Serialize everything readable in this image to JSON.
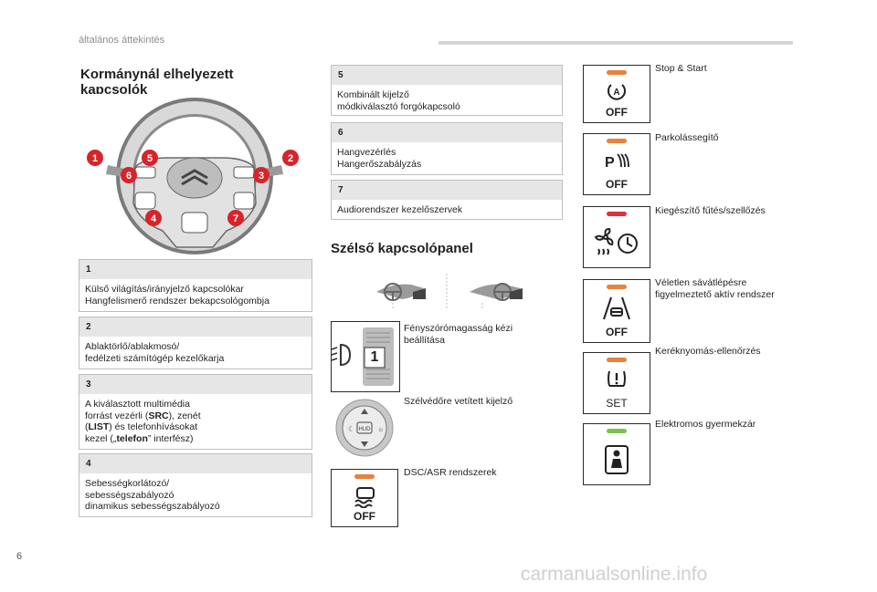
{
  "header": {
    "section": "általános áttekintés"
  },
  "page_number": "6",
  "footer_logo": "carmanualsonline.info",
  "left": {
    "title": "Kormánynál elhelyezett kapcsolók",
    "wheel_callouts": [
      "1",
      "2",
      "3",
      "4",
      "5",
      "6",
      "7"
    ],
    "boxes": [
      {
        "num": "1",
        "text": "Külső világítás/irányjelző kapcsolókar\nHangfelismerő rendszer bekapcsológombja"
      },
      {
        "num": "2",
        "text": "Ablaktörlő/ablakmosó/\nfedélzeti számítógép kezelőkarja"
      },
      {
        "num": "3",
        "text_a": "A kiválasztott multimédia\nforrást vezérli (",
        "bold_a": "SRC",
        "text_b": "), zenét\n(",
        "bold_b": "LIST",
        "text_c": ") és telefonhívásokat\nkezel („",
        "bold_c": "telefon",
        "text_d": "” interfész)"
      },
      {
        "num": "4",
        "text": "Sebességkorlátozó/\nsebességszabályozó\ndinamikus sebességszabályozó"
      }
    ]
  },
  "middle": {
    "boxes": [
      {
        "num": "5",
        "text": "Kombinált kijelző\nmódkiválasztó forgókapcsoló"
      },
      {
        "num": "6",
        "text": "Hangvezérlés\nHangerőszabályzás"
      },
      {
        "num": "7",
        "text": "Audiorendszer kezelőszervek"
      }
    ],
    "panel_title": "Szélső kapcsolópanel",
    "items": [
      {
        "label": "Fényszórómagasság kézi\nbeállítása",
        "icon": "headlamp-leveling-icon",
        "value": "1"
      },
      {
        "label": "Szélvédőre vetített kijelző",
        "icon": "head-up-display-icon"
      },
      {
        "label": "DSC/ASR rendszerek",
        "icon": "dsc-asr-off-icon",
        "off": "OFF"
      }
    ]
  },
  "right": {
    "items": [
      {
        "label": "Stop & Start",
        "icon": "stop-start-off-icon",
        "sub": "OFF",
        "tab_color": "#e8823c"
      },
      {
        "label": "Parkolássegítő",
        "icon": "park-assist-off-icon",
        "sub": "OFF",
        "tab_color": "#e8823c"
      },
      {
        "label": "Kiegészítő fűtés/szellőzés",
        "icon": "auxiliary-heating-icon",
        "sub": "",
        "tab_color": "#e0303a"
      },
      {
        "label": "Véletlen sávátlépésre\nfigyelmeztető aktív rendszer",
        "icon": "lane-keeping-off-icon",
        "sub": "OFF",
        "tab_color": "#e8823c"
      },
      {
        "label": "Keréknyomás-ellenőrzés",
        "icon": "tyre-pressure-set-icon",
        "sub": "SET",
        "tab_color": "#e8823c"
      },
      {
        "label": "Elektromos gyermekzár",
        "icon": "child-lock-icon",
        "sub": "",
        "tab_color": "#7cc14d"
      }
    ]
  }
}
